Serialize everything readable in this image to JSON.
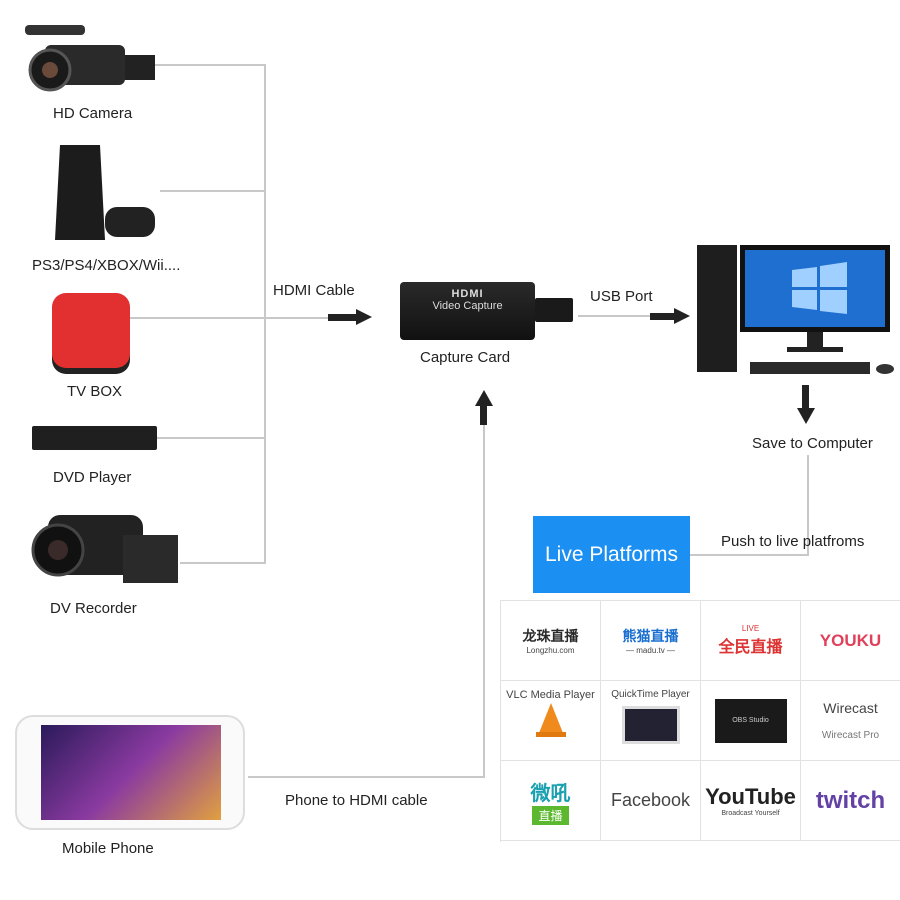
{
  "devices": [
    {
      "label": "HD Camera",
      "icon": "camera-icon"
    },
    {
      "label": "PS3/PS4/XBOX/Wii....",
      "icon": "game-console-icon"
    },
    {
      "label": "TV BOX",
      "icon": "tv-box-icon"
    },
    {
      "label": "DVD Player",
      "icon": "dvd-player-icon"
    },
    {
      "label": "DV Recorder",
      "icon": "camcorder-icon"
    }
  ],
  "hdmi_cable": "HDMI Cable",
  "capture_card": {
    "label": "Capture Card",
    "brand": "HDMI",
    "subtitle": "Video Capture"
  },
  "usb_port": "USB Port",
  "save_to_computer": "Save to Computer",
  "push_to_live": "Push to live platfroms",
  "live_platforms": "Live Platforms",
  "mobile_phone": "Mobile Phone",
  "phone_to_hdmi": "Phone to HDMI cable",
  "platforms": [
    {
      "label": "龙珠直播",
      "sub": "Longzhu.com"
    },
    {
      "label": "熊猫直播",
      "sub": "— madu.tv —"
    },
    {
      "label": "全民直播",
      "sub": "LIVE"
    },
    {
      "label": "YOUKU",
      "sub": ""
    },
    {
      "label": "VLC Media Player",
      "sub": ""
    },
    {
      "label": "QuickTime Player",
      "sub": ""
    },
    {
      "label": "OBS Studio",
      "sub": ""
    },
    {
      "label": "Wirecast",
      "sub": "Wirecast Pro"
    },
    {
      "label": "微吼",
      "sub": "直播"
    },
    {
      "label": "Facebook",
      "sub": ""
    },
    {
      "label": "YouTube",
      "sub": "Broadcast Yourself"
    },
    {
      "label": "twitch",
      "sub": ""
    }
  ],
  "colors": {
    "live_blue": "#1b8ff2",
    "line": "#c8c8c8"
  }
}
